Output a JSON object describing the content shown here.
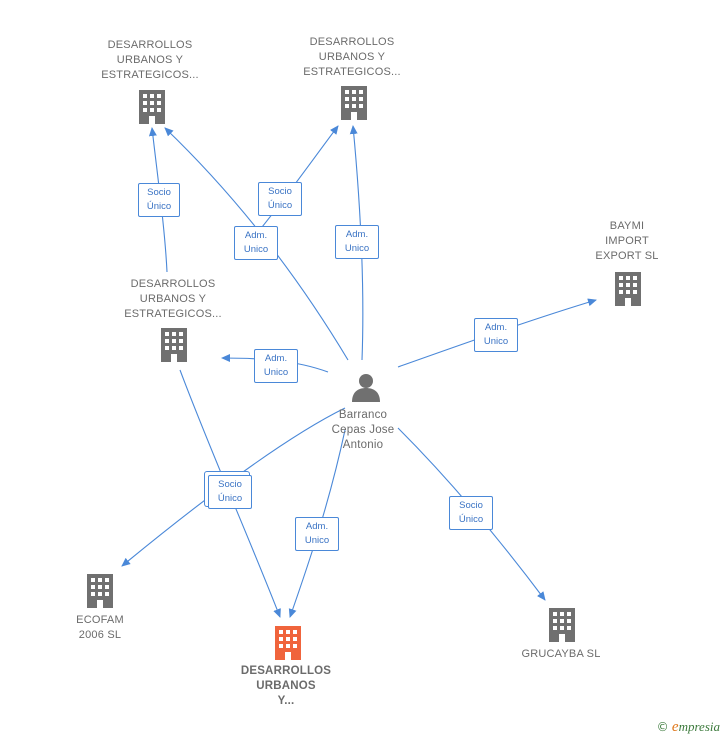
{
  "nodes": {
    "dues_tl": {
      "label": "DESARROLLOS\nURBANOS Y\nESTRATEGICOS...",
      "icon": "building-icon",
      "color": "#707070"
    },
    "dues_tc": {
      "label": "DESARROLLOS\nURBANOS Y\nESTRATEGICOS...",
      "icon": "building-icon",
      "color": "#707070"
    },
    "dues_ml": {
      "label": "DESARROLLOS\nURBANOS Y\nESTRATEGICOS...",
      "icon": "building-icon",
      "color": "#707070"
    },
    "baymi": {
      "label": "BAYMI\nIMPORT\nEXPORT SL",
      "icon": "building-icon",
      "color": "#707070"
    },
    "person": {
      "label": "Barranco\nCepas Jose\nAntonio",
      "icon": "person-icon",
      "color": "#707070"
    },
    "ecofam": {
      "label": "ECOFAM\n2006 SL",
      "icon": "building-icon",
      "color": "#707070"
    },
    "grucayba": {
      "label": "GRUCAYBA  SL",
      "icon": "building-icon",
      "color": "#707070"
    },
    "dues_focus": {
      "label": "DESARROLLOS\nURBANOS\nY...",
      "icon": "building-icon",
      "color": "#f0643c"
    }
  },
  "edges": {
    "e1": "Socio\nÚnico",
    "e2": "Socio\nÚnico",
    "e3": "Adm.\nUnico",
    "e4": "Adm.\nUnico",
    "e5": "Adm.\nUnico",
    "e6": "Adm.\nUnico",
    "e7": "Socio\nÚnico",
    "e8": "Adm.\nUnico",
    "e9": "Socio\nÚnico"
  },
  "colors": {
    "edge": "#4a88d8",
    "node": "#707070",
    "focus": "#f0643c"
  },
  "brand": {
    "copyright": "©",
    "name": "mpresia",
    "initial": "e"
  }
}
